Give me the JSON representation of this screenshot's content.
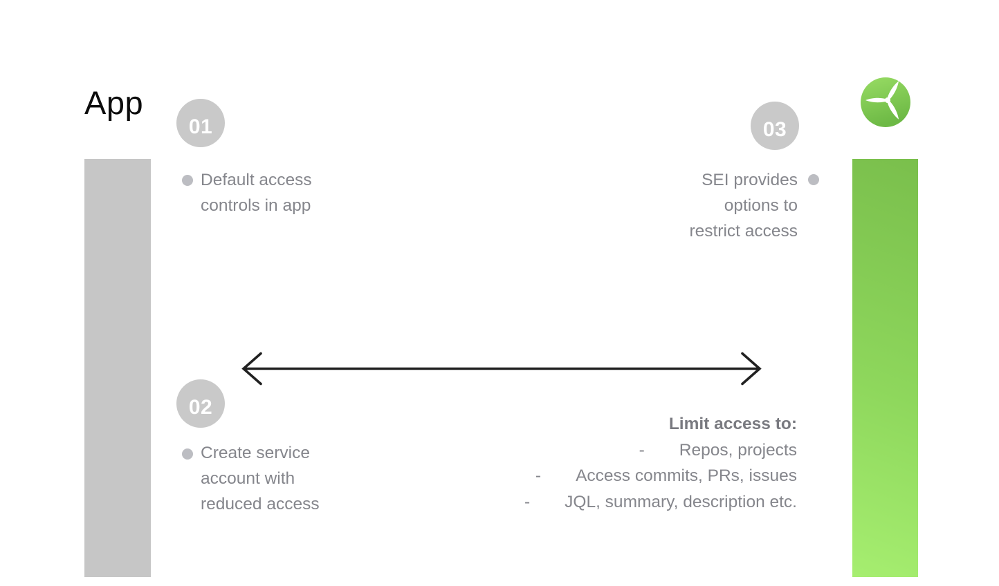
{
  "title": "App",
  "logo": {
    "name": "pinwheel-logo"
  },
  "steps": [
    {
      "number": "01",
      "lines": [
        "Default access",
        "controls in app"
      ]
    },
    {
      "number": "02",
      "lines": [
        "Create service",
        "account with",
        "reduced access"
      ]
    },
    {
      "number": "03",
      "lines": [
        "SEI provides",
        "options to",
        "restrict access"
      ]
    }
  ],
  "limit": {
    "title": "Limit access to:",
    "dash": "-",
    "items": [
      "Repos, projects",
      "Access commits, PRs, issues",
      "JQL, summary, description etc."
    ]
  },
  "colors": {
    "left_bar": "#c6c6c6",
    "right_bar_top": "#7abf4c",
    "right_bar_bottom": "#a6ee70",
    "badge_bg": "#c9c9c9",
    "badge_text": "#ffffff",
    "body_text": "#85868c",
    "title_text": "#0c0c0c",
    "arrow": "#212121",
    "logo_green_top": "#98dc64",
    "logo_green_bottom": "#6db945"
  }
}
